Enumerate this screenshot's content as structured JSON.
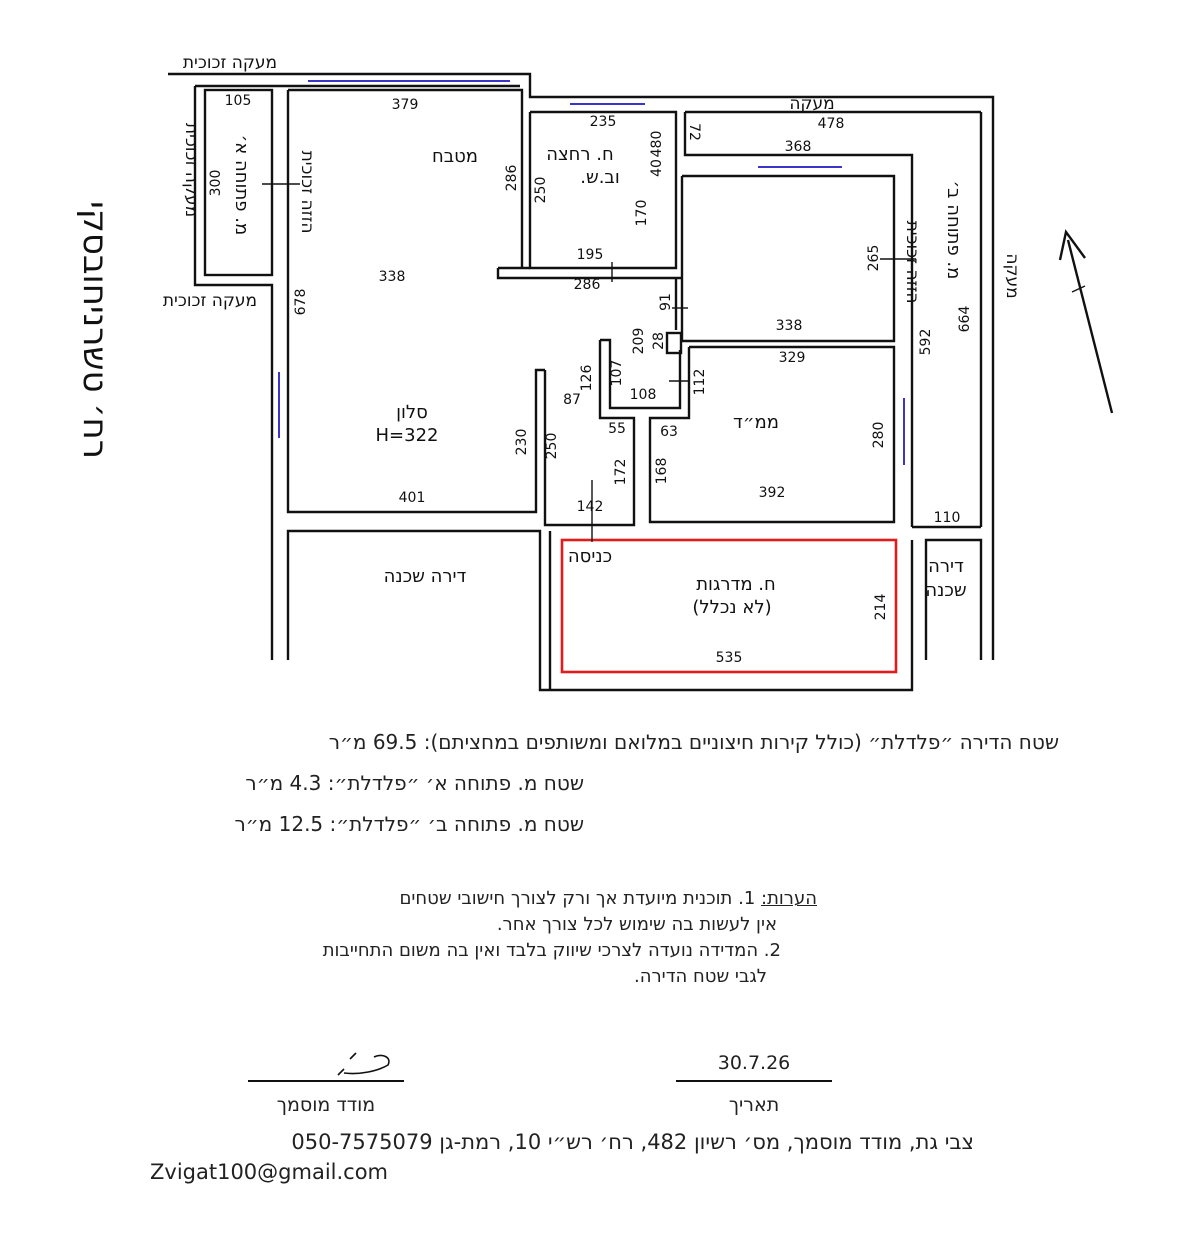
{
  "street": "רח׳ טשרניחובסקי",
  "plan": {
    "labels": {
      "glass_railing": "מעקה זכוכית",
      "railing": "מעקה",
      "kitchen": "מטבח",
      "glass_slide_1": "הזזה זכוכית",
      "glass_slide_2": "הזזה זכוכית",
      "balcony_a": "מ. פתוחה א׳",
      "balcony_b": "מ. פתוחה ב׳",
      "bathroom_line1": "ח. רחצה",
      "bathroom_line2": "וב.ש.",
      "living_room": "סלון",
      "living_height": "H=322",
      "safe_room": "ממ״ד",
      "neighbor_apt": "דירה שכנה",
      "neighbor_apt_right_line1": "דירה",
      "neighbor_apt_right_line2": "שכנה",
      "entrance": "כניסה",
      "stairwell_line1": "ח. מדרגות",
      "stairwell_line2": "(לא נכלל)"
    },
    "dimensions": {
      "d105": "105",
      "d379": "379",
      "d235": "235",
      "d480": "480",
      "d40": "40",
      "d72": "72",
      "d478": "478",
      "d368": "368",
      "d300": "300",
      "d286a": "286",
      "d250a": "250",
      "d170": "170",
      "d265": "265",
      "d338a": "338",
      "d195": "195",
      "d286b": "286",
      "d678": "678",
      "d664": "664",
      "d91": "91",
      "d338b": "338",
      "d209": "209",
      "d28": "28",
      "d592": "592",
      "d329": "329",
      "d126": "126",
      "d107": "107",
      "d87": "87",
      "d108": "108",
      "d112": "112",
      "d230": "230",
      "d250b": "250",
      "d55": "55",
      "d63": "63",
      "d280": "280",
      "d172": "172",
      "d168": "168",
      "d392": "392",
      "d401": "401",
      "d142": "142",
      "d110": "110",
      "d214": "214",
      "d535": "535"
    }
  },
  "areas": {
    "apartment": "שטח הדירה ״פלדלת״ (כולל קירות חיצוניים במלואם ומשותפים במחציתם): 69.5 מ״ר",
    "balcony_a": "שטח מ. פתוחה א׳ ״פלדלת״: 4.3 מ״ר",
    "balcony_b": "שטח מ. פתוחה ב׳ ״פלדלת״: 12.5 מ״ר"
  },
  "notes": {
    "heading": "הערות:",
    "line1": "1. תוכנית מיועדת אך ורק לצורך חישובי שטחים",
    "line2": "אין לעשות בה שימוש לכל צורך אחר.",
    "line3": "2. המדידה נועדה לצרכי שיווק בלבד ואין בה משום התחייבות",
    "line4": "לגבי שטח הדירה."
  },
  "signature": {
    "date": "30.7.26",
    "date_label": "תאריך",
    "surveyor_label": "מודד מוסמך"
  },
  "footer": {
    "contact": "צבי גת, מודד מוסמך, מס׳ רשיון 482, רח׳ רש״י 10, רמת-גן 050-7575079",
    "email": "Zvigat100@gmail.com"
  },
  "colors": {
    "walls": "#111111",
    "windows": "#3a34c9",
    "stairwell": "#e21b1b"
  }
}
